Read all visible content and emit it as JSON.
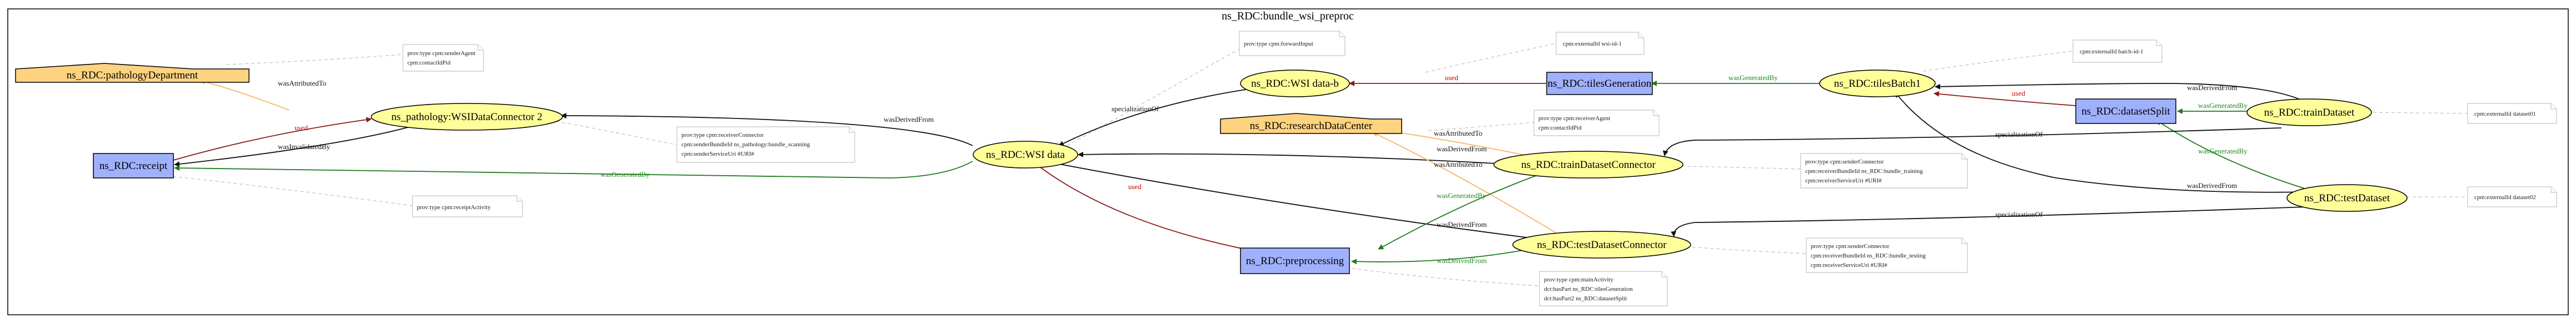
{
  "diagram": {
    "title": "ns_RDC:bundle_wsi_preproc",
    "colors": {
      "entity": "#ffff99",
      "activity": "#9fb1fc",
      "agent": "#fed37f",
      "used": "#d00000",
      "generated": "#1f8a1f",
      "attributed": "#f7b66a",
      "derived": "#111111",
      "note_line": "#bbbbbb"
    },
    "nodes": [
      {
        "id": "pathologyDepartment",
        "label": "ns_RDC:pathologyDepartment",
        "kind": "agent"
      },
      {
        "id": "wsiConnector2",
        "label": "ns_pathology:WSIDataConnector 2",
        "kind": "entity"
      },
      {
        "id": "receipt",
        "label": "ns_RDC:receipt",
        "kind": "activity"
      },
      {
        "id": "wsiData",
        "label": "ns_RDC:WSI data",
        "kind": "entity"
      },
      {
        "id": "wsiDataB",
        "label": "ns_RDC:WSI data-b",
        "kind": "entity"
      },
      {
        "id": "researchDataCenter",
        "label": "ns_RDC:researchDataCenter",
        "kind": "agent"
      },
      {
        "id": "tilesGeneration",
        "label": "ns_RDC:tilesGeneration",
        "kind": "activity"
      },
      {
        "id": "tilesBatch1",
        "label": "ns_RDC:tilesBatch1",
        "kind": "entity"
      },
      {
        "id": "trainConnector",
        "label": "ns_RDC:trainDatasetConnector",
        "kind": "entity"
      },
      {
        "id": "testConnector",
        "label": "ns_RDC:testDatasetConnector",
        "kind": "entity"
      },
      {
        "id": "preprocessing",
        "label": "ns_RDC:preprocessing",
        "kind": "activity"
      },
      {
        "id": "datasetSplit",
        "label": "ns_RDC:datasetSplit",
        "kind": "activity"
      },
      {
        "id": "trainDataset",
        "label": "ns_RDC:trainDataset",
        "kind": "entity"
      },
      {
        "id": "testDataset",
        "label": "ns_RDC:testDataset",
        "kind": "entity"
      }
    ],
    "edges": [
      {
        "id": "e1",
        "label": "wasAttributedTo",
        "kind": "attributed"
      },
      {
        "id": "e2",
        "label": "used",
        "kind": "used"
      },
      {
        "id": "e3",
        "label": "wasInvalidatedBy",
        "kind": "derived"
      },
      {
        "id": "e4",
        "label": "wasDerivedFrom",
        "kind": "derived"
      },
      {
        "id": "e5",
        "label": "wasGeneratedBy",
        "kind": "generated"
      },
      {
        "id": "e6",
        "label": "specializationOf",
        "kind": "derived"
      },
      {
        "id": "e7",
        "label": "used",
        "kind": "used"
      },
      {
        "id": "e8",
        "label": "wasGeneratedBy",
        "kind": "generated"
      },
      {
        "id": "e9",
        "label": "used",
        "kind": "used"
      },
      {
        "id": "e10",
        "label": "wasDerivedFrom",
        "kind": "derived"
      },
      {
        "id": "e11",
        "label": "wasDerivedFrom",
        "kind": "derived"
      },
      {
        "id": "e12",
        "label": "wasGeneratedBy",
        "kind": "generated"
      },
      {
        "id": "e13",
        "label": "wasDerivedFrom",
        "kind": "derived"
      },
      {
        "id": "e14",
        "label": "wasGeneratedBy",
        "kind": "generated"
      },
      {
        "id": "e15",
        "label": "specializationOf",
        "kind": "derived"
      },
      {
        "id": "e16",
        "label": "specializationOf",
        "kind": "derived"
      },
      {
        "id": "e17",
        "label": "wasAttributedTo",
        "kind": "attributed"
      },
      {
        "id": "e18",
        "label": "wasAttributedTo",
        "kind": "attributed"
      },
      {
        "id": "e19",
        "label": "wasDerivedFrom",
        "kind": "derived"
      },
      {
        "id": "e20",
        "label": "wasGeneratedBy",
        "kind": "generated"
      },
      {
        "id": "e21",
        "label": "wasDerivedFrom",
        "kind": "derived"
      },
      {
        "id": "e22",
        "label": "used",
        "kind": "used"
      }
    ],
    "notes": [
      {
        "id": "n1",
        "lines": [
          "prov:type          cpm:senderAgent",
          "cpm:contactIdPid"
        ]
      },
      {
        "id": "n2",
        "lines": [
          "prov:type              cpm:receiverConnector",
          "cpm:senderBundleId   ns_pathology:bundle_scanning",
          "cpm:senderServiceUri #URI#"
        ]
      },
      {
        "id": "n3",
        "lines": [
          "prov:type cpm:receiptActivity"
        ]
      },
      {
        "id": "n4",
        "lines": [
          "prov:type cpm:forwardInput"
        ]
      },
      {
        "id": "n5",
        "lines": [
          "cpm:externalId wsi-id-1"
        ]
      },
      {
        "id": "n6",
        "lines": [
          "prov:type          cpm:receiverAgent",
          "cpm:contactIdPid"
        ]
      },
      {
        "id": "n7",
        "lines": [
          "cpm:externalId batch-id-1"
        ]
      },
      {
        "id": "n8",
        "lines": [
          "prov:type              cpm:senderConnector",
          "cpm:receiverBundleId   ns_RDC:bundle_training",
          "cpm:receiverServiceUri #URI#"
        ]
      },
      {
        "id": "n9",
        "lines": [
          "prov:type              cpm:senderConnector",
          "cpm:receiverBundleId   ns_RDC:bundle_testing",
          "cpm:receiverServiceUri #URI#"
        ]
      },
      {
        "id": "n10",
        "lines": [
          "prov:type          cpm:mainActivity",
          "dct:hasPart   ns_RDC:tilesGeneration",
          "dct:hasPart2 ns_RDC:datasetSplit"
        ]
      },
      {
        "id": "n11",
        "lines": [
          "cpm:externalId dataset01"
        ]
      },
      {
        "id": "n12",
        "lines": [
          "cpm:externalId dataset02"
        ]
      }
    ]
  }
}
